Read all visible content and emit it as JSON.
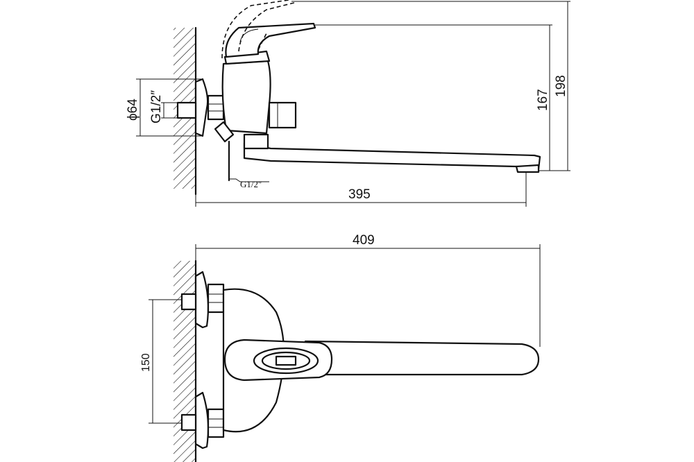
{
  "dimensions": {
    "length_top": "395",
    "length_bottom": "409",
    "height_outlet": "167",
    "height_total": "198",
    "flange_diameter": "ϕ64",
    "thread_inlet": "G1/2″",
    "thread_outlet": "G1/2″",
    "inlet_spacing": "150"
  }
}
